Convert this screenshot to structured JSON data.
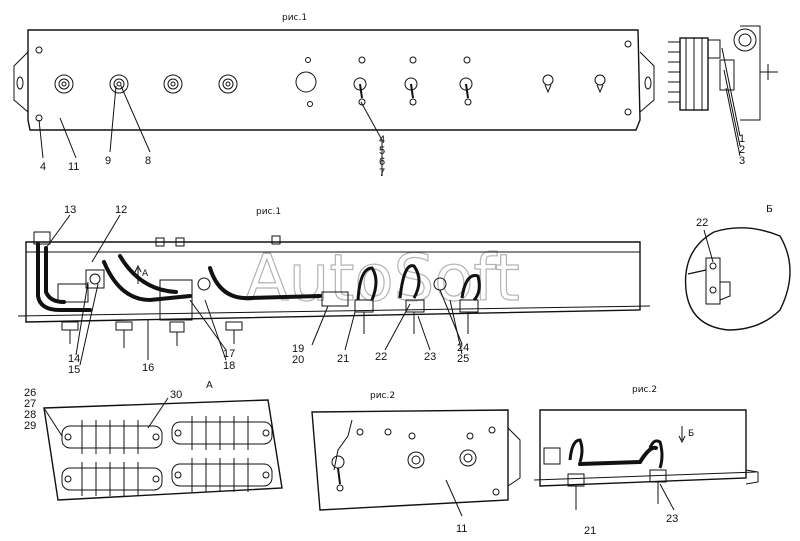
{
  "captions": {
    "fig1_top": "рис.1",
    "fig1_mid": "рис.1",
    "fig2_bottom_mid": "рис.2",
    "fig2_bottom_right": "рис.2",
    "view_b": "Б",
    "view_a": "А",
    "arrow_a": "А",
    "arrow_b": "Б"
  },
  "watermark": "AutoSoft",
  "labels": {
    "top": [
      "4",
      "11",
      "9",
      "8",
      "4",
      "5",
      "6",
      "7",
      "1",
      "2",
      "3"
    ],
    "middle": [
      "13",
      "12",
      "14",
      "15",
      "16",
      "17",
      "18",
      "19",
      "20",
      "21",
      "22",
      "23",
      "24",
      "25"
    ],
    "view_b": [
      "22"
    ],
    "view_a": [
      "26",
      "27",
      "28",
      "29",
      "30"
    ],
    "bottom_mid": [
      "11"
    ],
    "bottom_right": [
      "21",
      "23"
    ]
  }
}
